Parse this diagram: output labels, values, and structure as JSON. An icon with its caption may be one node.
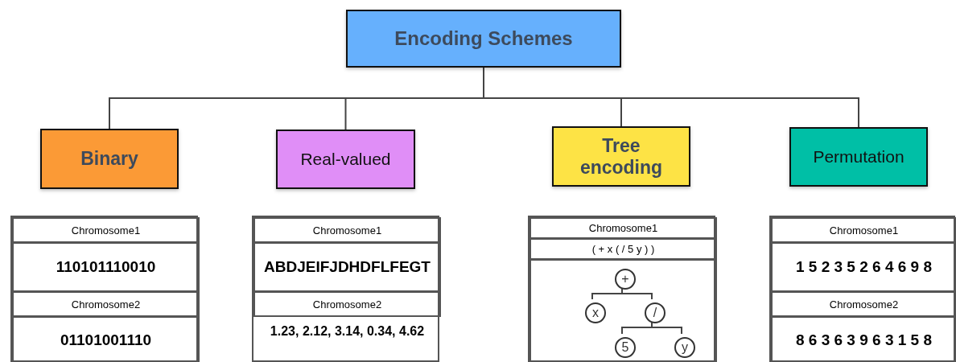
{
  "diagram": {
    "nodes": [
      {
        "text": [
          "Encoding Schemes"
        ]
      },
      {
        "text": [
          "Binary"
        ]
      },
      {
        "text": [
          "Real-valued"
        ]
      },
      {
        "text": [
          "Tree encoding"
        ]
      },
      {
        "text": [
          "Permutation"
        ]
      },
      {
        "text": [],
        "shape": "box"
      },
      {
        "text": [
          "Chromosome1"
        ],
        "in": 5
      },
      {
        "text": [
          "110101110010"
        ],
        "in": 5
      },
      {
        "text": [
          "Chromosome2"
        ],
        "in": 5
      },
      {
        "text": [
          "01101001110"
        ],
        "in": 5
      },
      {
        "text": [],
        "shape": "box"
      },
      {
        "text": [
          "Chromosome1"
        ],
        "in": 10
      },
      {
        "text": [
          "ABDJEIFJDHDFLFEGT"
        ],
        "in": 10
      },
      {
        "text": [
          "Chromosome2"
        ],
        "in": 10
      },
      {
        "text": [
          "1.23, 2.12, 3.14, 0.34, 4.62"
        ],
        "in": 10
      },
      {
        "text": [],
        "shape": "box"
      },
      {
        "text": [
          "Chromosome1"
        ],
        "in": 15
      },
      {
        "text": [
          "( + x ( / 5 y ) )"
        ],
        "in": 15
      },
      {
        "text": [],
        "shape": "box",
        "in": 15
      },
      {
        "text": [
          "+"
        ],
        "in": 18
      },
      {
        "text": [
          "x"
        ],
        "in": 18
      },
      {
        "text": [
          "/"
        ],
        "in": 18
      },
      {
        "text": [
          "5"
        ],
        "in": 18
      },
      {
        "text": [
          "y"
        ],
        "in": 18
      },
      {
        "text": [],
        "shape": "box"
      },
      {
        "text": [
          "Chromosome1"
        ],
        "in": 24
      },
      {
        "text": [
          "1 5 2 3 5 2 6 4 6 9 8"
        ],
        "in": 24
      },
      {
        "text": [
          "Chromosome2"
        ],
        "in": 24
      },
      {
        "text": [
          "8 6 3 6 3 9 6 3 1 5 8"
        ],
        "in": 24
      }
    ],
    "edges": [
      {
        "from": 0,
        "to": 1,
        "arrow": "none"
      },
      {
        "from": 0,
        "to": 2,
        "arrow": "none"
      },
      {
        "from": 0,
        "to": 3,
        "arrow": "none"
      },
      {
        "from": 0,
        "to": 4,
        "arrow": "none"
      },
      {
        "from": 19,
        "to": 20,
        "arrow": "none"
      },
      {
        "from": 19,
        "to": 21,
        "arrow": "none"
      },
      {
        "from": 21,
        "to": 22,
        "arrow": "none"
      },
      {
        "from": 21,
        "to": 23,
        "arrow": "none"
      }
    ]
  }
}
